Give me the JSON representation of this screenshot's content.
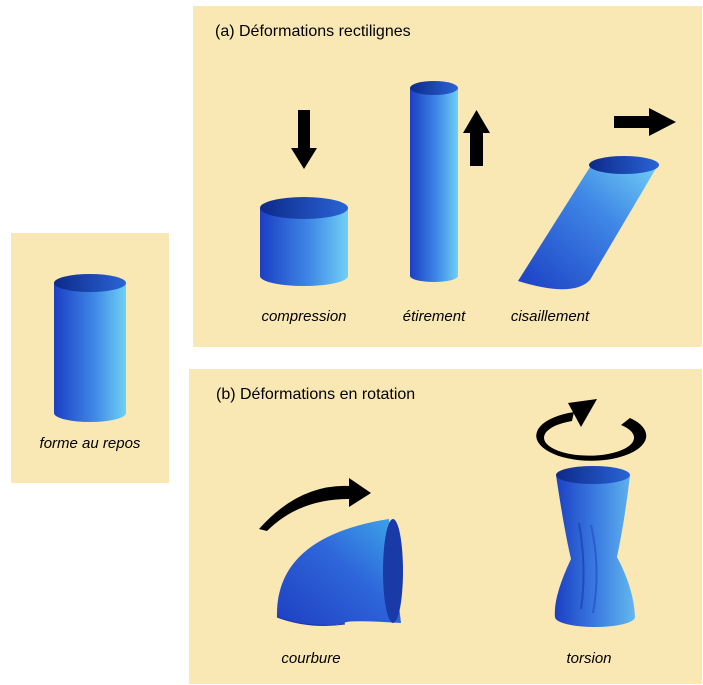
{
  "colors": {
    "panel_background": "#f9e8b4",
    "cylinder_dark": "#1c44c9",
    "cylinder_light": "#66c8f0",
    "arrow": "#000000"
  },
  "rest": {
    "caption": "forme au repos"
  },
  "rectilinear": {
    "title": "(a) Déformations rectilignes",
    "compression_caption": "compression",
    "stretching_caption": "étirement",
    "shear_caption": "cisaillement"
  },
  "rotation": {
    "title": "(b) Déformations en rotation",
    "bending_caption": "courbure",
    "torsion_caption": "torsion"
  },
  "icons": [
    "arrow-down-icon",
    "arrow-up-icon",
    "arrow-right-icon",
    "curved-arrow-icon",
    "circular-arrow-icon"
  ]
}
